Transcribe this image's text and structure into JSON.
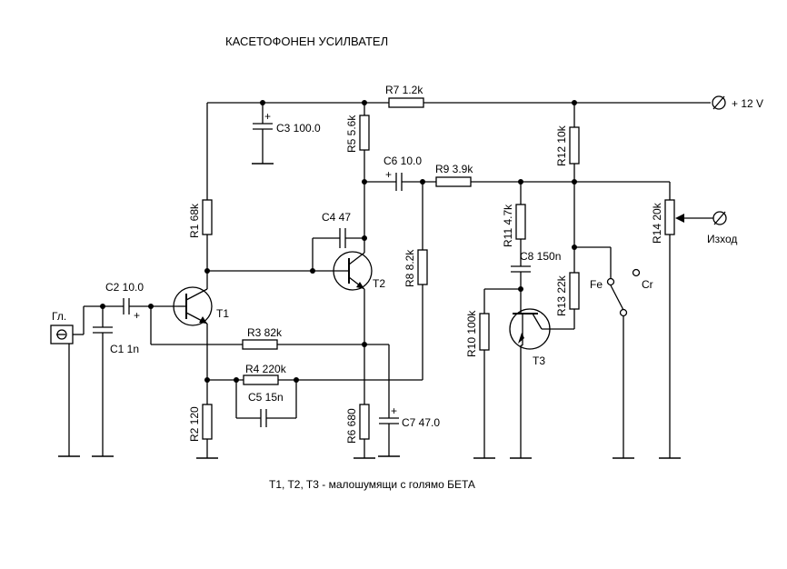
{
  "title": "КАСЕТОФОНЕН  УСИЛВАТЕЛ",
  "footnote": "T1, T2, T3  - малошумящи с голямо БЕТА",
  "supply": "+ 12 V",
  "input": "Гл.",
  "output": "Изход",
  "switch": {
    "fe": "Fe",
    "cr": "Cr"
  },
  "components": {
    "R1": "R1 68k",
    "R2": "R2 120",
    "R3": "R3 82k",
    "R4": "R4 220k",
    "R5": "R5 5.6k",
    "R6": "R6 680",
    "R7": "R7 1.2k",
    "R8": "R8 8.2k",
    "R9": "R9 3.9k",
    "R10": "R10 100k",
    "R11": "R11 4.7k",
    "R12": "R12 10k",
    "R13": "R13 22k",
    "R14": "R14 20k",
    "C1": "C1 1n",
    "C2": "C2 10.0",
    "C3": "C3 100.0",
    "C4": "C4 47",
    "C5": "C5 15n",
    "C6": "C6 10.0",
    "C7": "C7 47.0",
    "C8": "C8 150n",
    "T1": "T1",
    "T2": "T2",
    "T3": "T3"
  }
}
